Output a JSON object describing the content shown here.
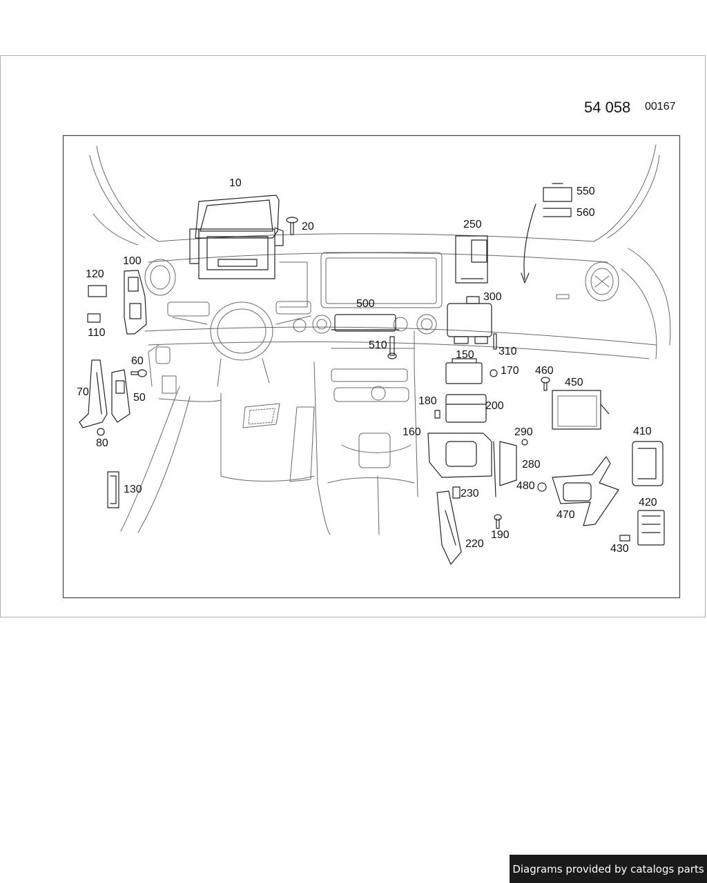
{
  "header": {
    "group_code": "54 058",
    "diagram_number": "00167"
  },
  "callouts": {
    "c10": "10",
    "c20": "20",
    "c50": "50",
    "c60": "60",
    "c70": "70",
    "c80": "80",
    "c100": "100",
    "c110": "110",
    "c120": "120",
    "c130": "130",
    "c150": "150",
    "c160": "160",
    "c170": "170",
    "c180": "180",
    "c190": "190",
    "c200": "200",
    "c220": "220",
    "c230": "230",
    "c250": "250",
    "c280": "280",
    "c290": "290",
    "c300": "300",
    "c310": "310",
    "c410": "410",
    "c420": "420",
    "c430": "430",
    "c450": "450",
    "c460": "460",
    "c470": "470",
    "c480": "480",
    "c500": "500",
    "c510": "510",
    "c550": "550",
    "c560": "560"
  },
  "footer": {
    "credit": "Diagrams provided by catalogs parts"
  }
}
